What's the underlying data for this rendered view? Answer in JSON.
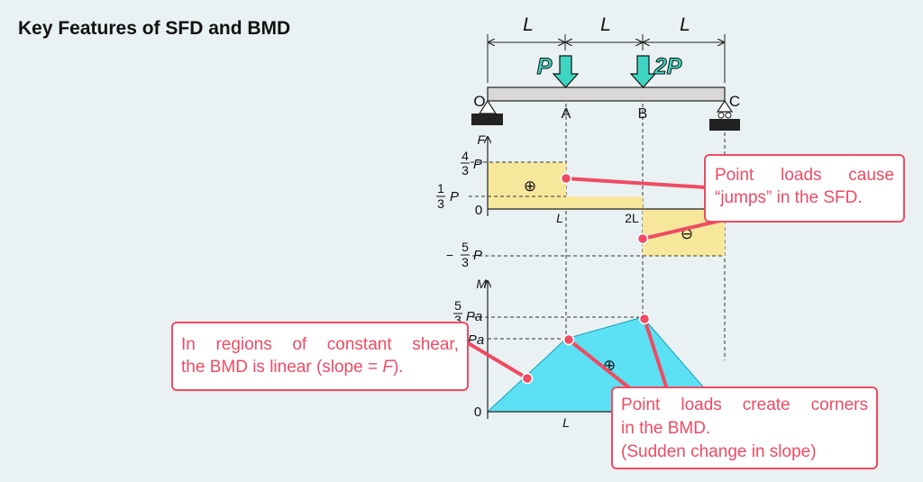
{
  "title": "Key Features of SFD and BMD",
  "dimensions": {
    "span1": "L",
    "span2": "L",
    "span3": "L"
  },
  "loads": {
    "load_a": "P",
    "load_b": "2P"
  },
  "points": {
    "o": "O",
    "a": "A",
    "b": "B",
    "c": "C"
  },
  "sfd": {
    "axis_label": "F",
    "tick_top_num": "4",
    "tick_top_den": "3",
    "tick_top_var": "P",
    "tick_mid_num": "1",
    "tick_mid_den": "3",
    "tick_mid_var": "P",
    "tick_zero": "0",
    "tick_neg_sign": "−",
    "tick_neg_num": "5",
    "tick_neg_den": "3",
    "tick_neg_var": "P",
    "x_label_1": "L",
    "x_label_2": "2L",
    "plus_sign": "⊕",
    "minus_sign": "⊖"
  },
  "bmd": {
    "axis_label": "M",
    "tick_top_num": "5",
    "tick_top_den": "3",
    "tick_top_var": "Pa",
    "tick_mid_var": "Pa",
    "tick_zero": "0",
    "x_label_1": "L",
    "plus_sign": "⊕"
  },
  "callouts": {
    "jumps": {
      "line1_left": "Point",
      "line1_mid": "loads",
      "line1_right": "cause",
      "line2": "“jumps” in the SFD."
    },
    "linear": {
      "line1_w1": "In",
      "line1_w2": "regions",
      "line1_w3": "of",
      "line1_w4": "constant",
      "line1_w5": "shear,",
      "line2_prefix": "the BMD is linear (slope = ",
      "line2_var": "F",
      "line2_suffix": ")."
    },
    "corners": {
      "line1_w1": "Point",
      "line1_w2": "loads",
      "line1_w3": "create",
      "line1_w4": "corners",
      "line2": "in the BMD.",
      "line3": "(Sudden change in slope)"
    }
  },
  "colors": {
    "background": "#e9f1f3",
    "sfd_fill": "#f7e79b",
    "bmd_fill": "#5be0f4",
    "load_arrow": "#3ed6c3",
    "callout_red": "#ef4b63",
    "beam": "#d8d8d8"
  }
}
